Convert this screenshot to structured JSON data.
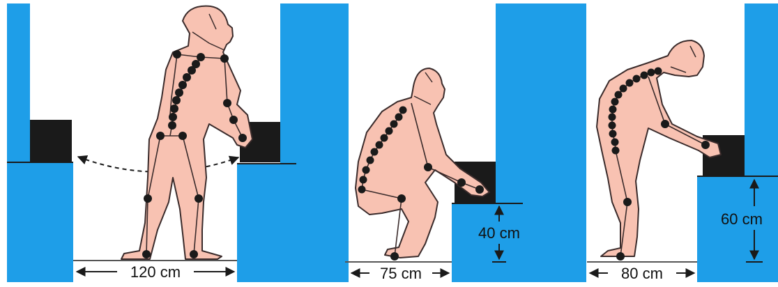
{
  "colors": {
    "wall": "#1e9ee8",
    "box": "#1a1a1a",
    "skin": "#f8c2b2",
    "outline": "#3a2b2b",
    "joint": "#1a1a1a",
    "arrow": "#1a1a1a"
  },
  "panels": [
    {
      "id": "transfer",
      "width_label": "120 cm"
    },
    {
      "id": "squat",
      "width_label": "75 cm",
      "height_label": "40 cm"
    },
    {
      "id": "stoop",
      "width_label": "80 cm",
      "height_label": "60 cm"
    }
  ]
}
